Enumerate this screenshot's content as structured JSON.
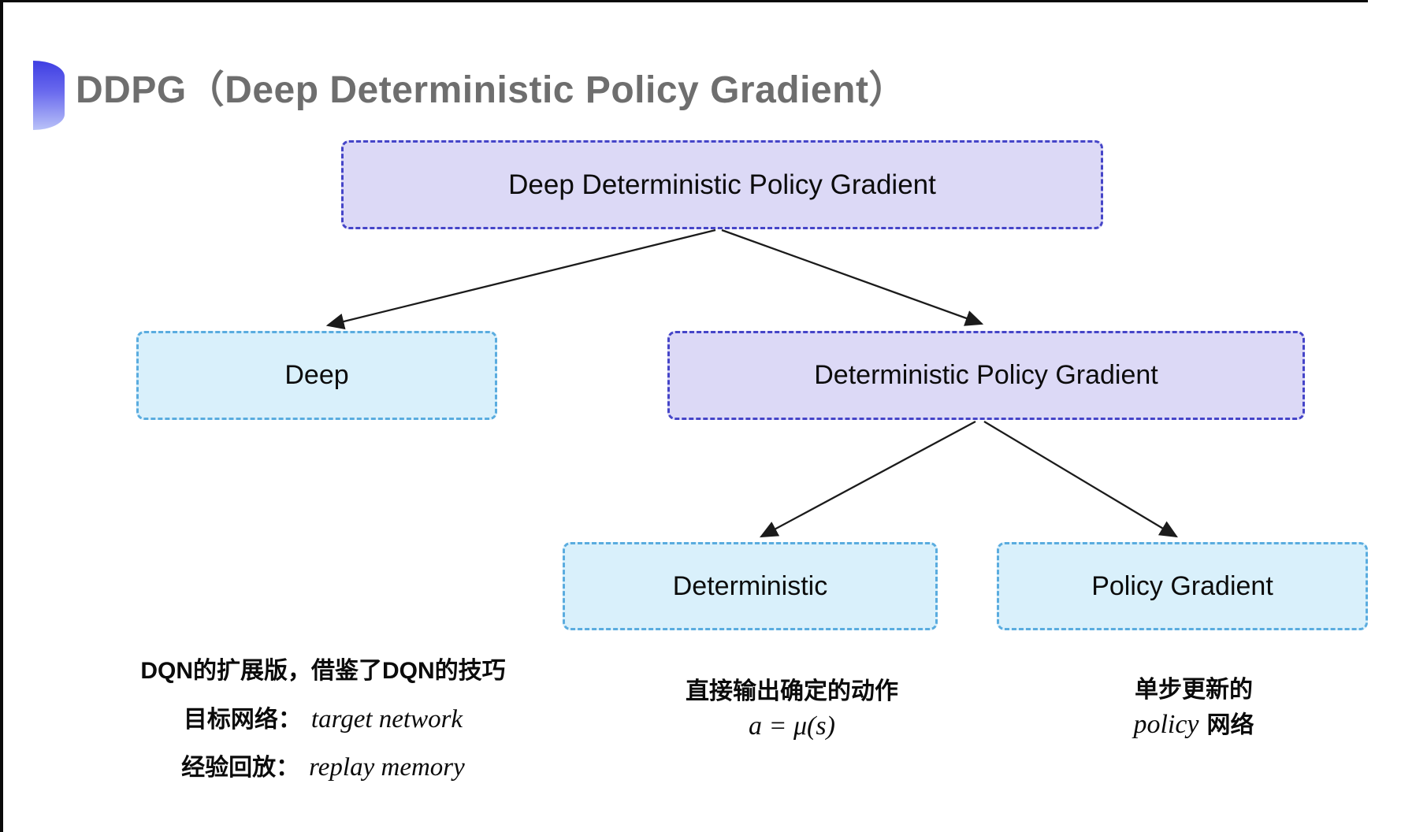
{
  "header": {
    "title": "DDPG（Deep Deterministic Policy Gradient）"
  },
  "tree": {
    "root": {
      "label": "Deep Deterministic Policy Gradient"
    },
    "children": [
      {
        "label": "Deep"
      },
      {
        "label": "Deterministic Policy Gradient"
      }
    ],
    "grandchildren": [
      {
        "label": "Deterministic"
      },
      {
        "label": "Policy Gradient"
      }
    ]
  },
  "notes": {
    "deep": {
      "line1": "DQN的扩展版，借鉴了DQN的技巧",
      "target_label": "目标网络：",
      "target_value": "target network",
      "replay_label": "经验回放：",
      "replay_value": "replay memory"
    },
    "deterministic": {
      "line1": "直接输出确定的动作",
      "formula": "a = μ(s)"
    },
    "policy_gradient": {
      "line1": "单步更新的",
      "term": "policy",
      "suffix": "网络"
    }
  },
  "colors": {
    "purple_fill": "#dcd9f6",
    "purple_border": "#4545c8",
    "cyan_fill": "#d9f0fb",
    "cyan_border": "#5aacdf",
    "title_text": "#6e6e6e",
    "box_text": "#0c0c0c",
    "arrow": "#1b1b1b",
    "bullet_top": "#3e3ee2",
    "bullet_bottom": "#b9c2f8"
  }
}
